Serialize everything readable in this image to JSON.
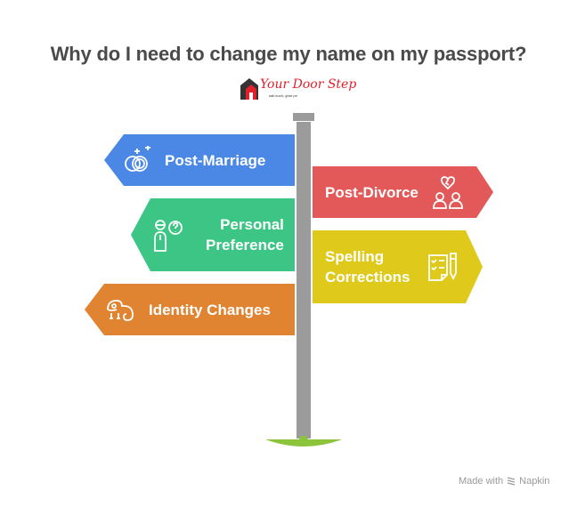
{
  "title": "Why do I need to change my name on my passport?",
  "logo": {
    "name": "Your Door Step",
    "tagline": "sab kuch, ghar pe"
  },
  "signs": [
    {
      "label": "Post-Marriage",
      "icon": "wedding-rings-icon",
      "color": "#4b88e6",
      "direction": "left"
    },
    {
      "label": "Post-Divorce",
      "icon": "broken-heart-couple-icon",
      "color": "#e35959",
      "direction": "right"
    },
    {
      "label_line1": "Personal",
      "label_line2": "Preference",
      "icon": "person-question-icon",
      "color": "#3dc585",
      "direction": "left"
    },
    {
      "label_line1": "Spelling",
      "label_line2": "Corrections",
      "icon": "checklist-pen-icon",
      "color": "#dfca1c",
      "direction": "right"
    },
    {
      "label": "Identity Changes",
      "icon": "chameleon-icon",
      "color": "#e08432",
      "direction": "left"
    }
  ],
  "footer": {
    "made_with": "Made with",
    "brand": "Napkin"
  }
}
